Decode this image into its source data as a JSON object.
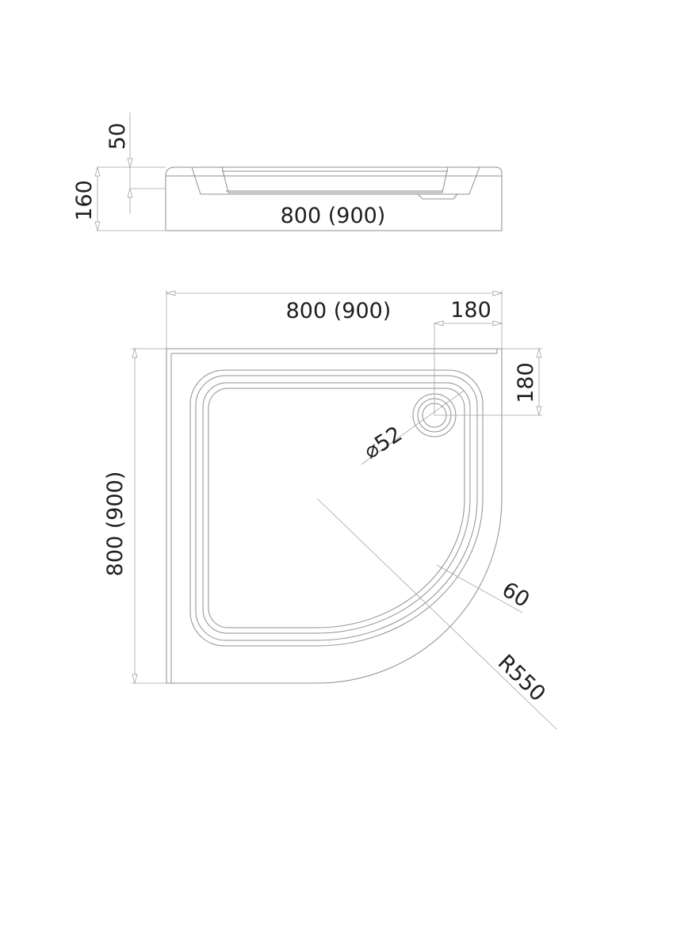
{
  "side_view": {
    "depth_label": "50",
    "height_label": "160",
    "width_label": "800 (900)"
  },
  "plan_view": {
    "width_label": "800 (900)",
    "height_label": "800 (900)",
    "drain_offset_x_label": "180",
    "drain_offset_y_label": "180",
    "drain_diameter_label": "⌀52",
    "rim_width_label": "60",
    "radius_label": "R550"
  },
  "colors": {
    "line": "#8f8f8f",
    "text": "#1e1e1e"
  }
}
